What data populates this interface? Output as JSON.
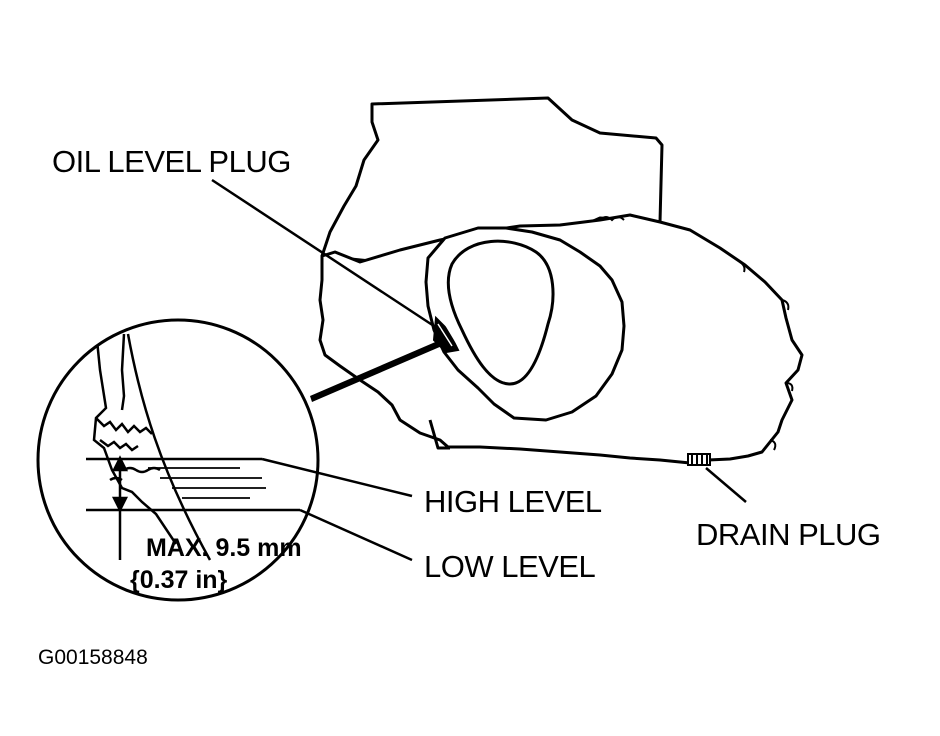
{
  "labels": {
    "oil_level_plug": "OIL LEVEL PLUG",
    "high_level": "HIGH LEVEL",
    "low_level": "LOW LEVEL",
    "drain_plug": "DRAIN PLUG",
    "max_depth_mm": "MAX. 9.5 mm",
    "max_depth_in": "{0.37 in}",
    "figure_id": "G00158848"
  },
  "colors": {
    "ink": "#000000",
    "paper": "#ffffff"
  }
}
